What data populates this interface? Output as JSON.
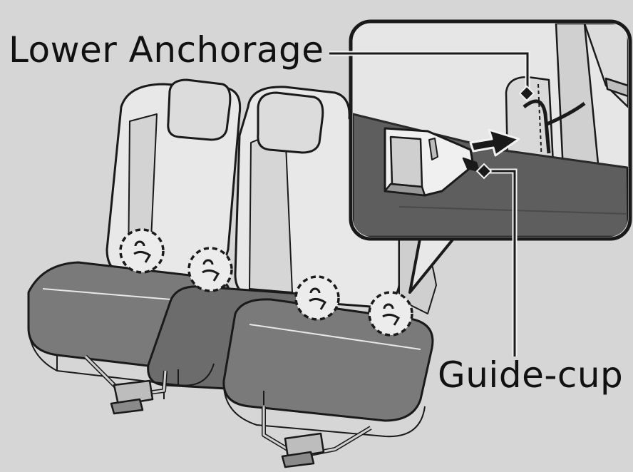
{
  "labels": {
    "lower_anchorage": "Lower Anchorage",
    "guide_cup": "Guide-cup"
  },
  "colors": {
    "background": "#d6d6d6",
    "seat_back": "#e6e6e6",
    "seat_back_shade": "#cfcfcf",
    "cushion_dark": "#5e5e5e",
    "cushion_mid": "#7a7a7a",
    "outline": "#1a1a1a",
    "inset_bg": "#e8e8e8"
  },
  "icons": {
    "anchor_marker": "lower-anchor-symbol",
    "insertion_arrow": "arrow-right"
  }
}
